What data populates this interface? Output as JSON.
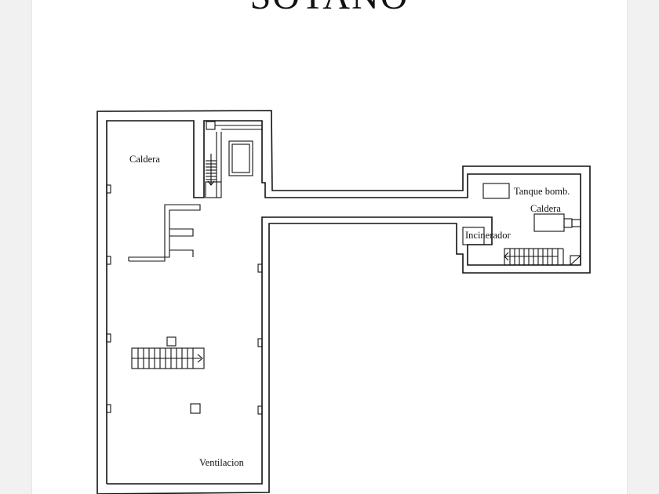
{
  "plan": {
    "title": "SOTANO",
    "labels": {
      "caldera_left": "Caldera",
      "tanque": "Tanque bomb.",
      "caldera_right": "Caldera",
      "incinerador": "Incinerador",
      "ventilacion": "Ventilacion"
    }
  }
}
